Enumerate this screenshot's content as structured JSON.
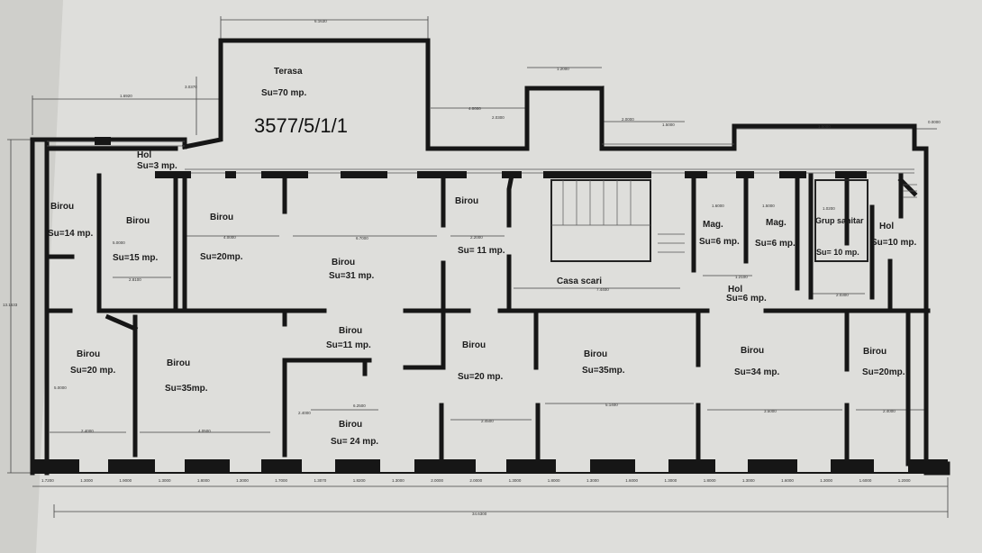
{
  "plan_id": "3577/5/1/1",
  "rooms": [
    {
      "id": "terasa",
      "name": "Terasa",
      "area": "Su=70 mp."
    },
    {
      "id": "hol-top",
      "name": "Hol",
      "area": "Su=3 mp."
    },
    {
      "id": "birou-14",
      "name": "Birou",
      "area": "Su=14 mp."
    },
    {
      "id": "birou-15",
      "name": "Birou",
      "area": "Su=15 mp."
    },
    {
      "id": "birou-20a",
      "name": "Birou",
      "area": "Su=20mp."
    },
    {
      "id": "birou-31",
      "name": "Birou",
      "area": "Su=31 mp."
    },
    {
      "id": "birou-11a",
      "name": "Birou",
      "area": "Su= 11 mp."
    },
    {
      "id": "casa-scari",
      "name": "Casa scari",
      "area": ""
    },
    {
      "id": "mag-1",
      "name": "Mag.",
      "area": "Su=6 mp."
    },
    {
      "id": "mag-2",
      "name": "Mag.",
      "area": "Su=6 mp."
    },
    {
      "id": "grup-sanitar",
      "name": "Grup sanitar",
      "area": "Su= 10 mp."
    },
    {
      "id": "hol-right",
      "name": "Hol",
      "area": "Su=10 mp."
    },
    {
      "id": "hol-mid",
      "name": "Hol",
      "area": "Su=6 mp."
    },
    {
      "id": "birou-20b",
      "name": "Birou",
      "area": "Su=20 mp."
    },
    {
      "id": "birou-35a",
      "name": "Birou",
      "area": "Su=35mp."
    },
    {
      "id": "birou-11b",
      "name": "Birou",
      "area": "Su=11 mp."
    },
    {
      "id": "birou-24",
      "name": "Birou",
      "area": "Su= 24 mp."
    },
    {
      "id": "birou-20c",
      "name": "Birou",
      "area": "Su=20 mp."
    },
    {
      "id": "birou-35b",
      "name": "Birou",
      "area": "Su=35mp."
    },
    {
      "id": "birou-34",
      "name": "Birou",
      "area": "Su=34 mp."
    },
    {
      "id": "birou-20d",
      "name": "Birou",
      "area": "Su=20mp."
    }
  ],
  "dimensions": {
    "terasa_width": "6.1630",
    "top_left": "1.6920",
    "top_step": "3.0370",
    "top_notch": "1.2000",
    "notch_left": "4.0000",
    "notch_h": "2.0300",
    "right_step": "2.0000",
    "right_a": "1.5000",
    "right_b": "1.5000",
    "right_c": "0.0000",
    "left_height": "13.1633",
    "r15_h": "5.0000",
    "r15_w": "2.8100",
    "r20_w": "4.0000",
    "r31_w": "6.7000",
    "r11_w": "2.2000",
    "mag_w": "1.6000",
    "mag_w2": "1.5000",
    "grup_w": "1.0200",
    "hol_mid_w": "1.2100",
    "stair_w": "7.4400",
    "grup_bottom": "2.0300",
    "r20b_h": "5.0000",
    "r20b_w": "2.4000",
    "r35_w": "4.0500",
    "r24_h": "2.4000",
    "r24_w": "6.2500",
    "r20c_w": "2.4500",
    "r35b_w": "5.1400",
    "r34_w": "3.5000",
    "r20d_w": "2.4000",
    "bottom_segments": [
      "1.7200",
      "1.3000",
      "1.9000",
      "1.3000",
      "1.8000",
      "1.3000",
      "1.7000",
      "1.3070",
      "1.8200",
      "1.3000",
      "2.0000",
      "2.0000",
      "1.3000",
      "1.8000",
      "1.3000",
      "1.6000",
      "1.3000",
      "1.8000",
      "1.3000",
      "1.6000",
      "1.3000",
      "1.6000",
      "1.2000"
    ],
    "total_width": "34.6300"
  }
}
